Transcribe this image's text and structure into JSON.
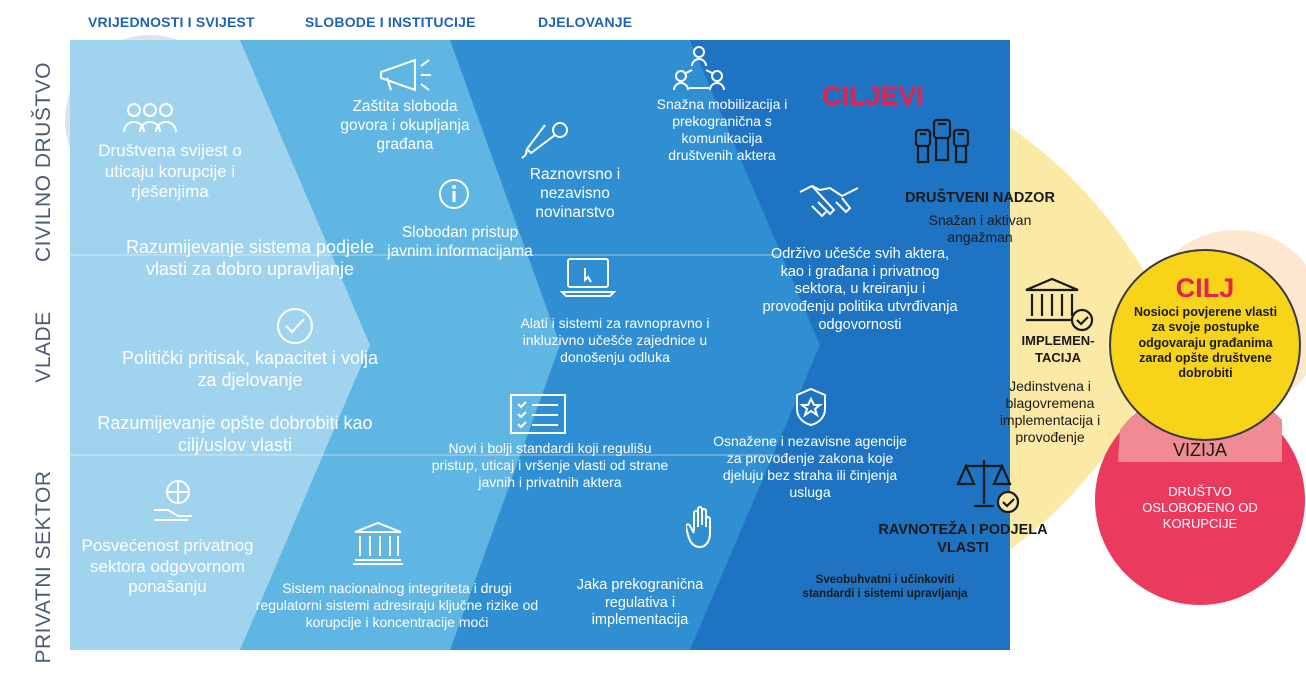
{
  "columns": {
    "values": "VRIJEDNOSTI I SVIJEST",
    "freedoms": "SLOBODE I INSTITUCIJE",
    "action": "DJELOVANJE"
  },
  "rows": {
    "civil": "CIVILNO DRUŠTVO",
    "government": "VLADE",
    "private": "PRIVATNI SEKTOR"
  },
  "values_col": {
    "civil": "Društvena svijest o uticaju korupcije i rješenjima",
    "gov1": "Razumijevanje sistema podjele vlasti za dobro upravljanje",
    "gov2": "Politički pritisak, kapacitet i volja za djelovanje",
    "gov3": "Razumijevanje opšte dobrobiti kao cilj/uslov vlasti",
    "private": "Posvećenost privatnog sektora odgovornom ponašanju"
  },
  "freedoms_col": {
    "speech": "Zaštita sloboda govora i okupljanja građana",
    "media": "Raznovrsno i nezavisno novinarstvo",
    "info": "Slobodan pristup javnim informacijama",
    "tools": "Alati i sistemi za ravnopravno i inkluzivno učešće zajednice u donošenju odluka",
    "standards": "Novi i bolji standardi koji regulišu pristup, uticaj i vršenje vlasti od strane javnih i privatnih aktera",
    "integrity": "Sistem nacionalnog integriteta i drugi regulatorni sistemi adresiraju ključne rizike od korupcije i koncentracije moći"
  },
  "action_col": {
    "mobilization": "Snažna mobilizacija i prekogranična s komunikacija društvenih aktera",
    "participation": "Održivo učešće svih aktera, kao i građana i privatnog sektora, u kreiranju i provođenju politika utvrđivanja odgovornosti",
    "agencies": "Osnažene i nezavisne agencije za provođenje zakona koje djeluju bez straha ili činjenja usluga",
    "regulation": "Jaka prekogranična regulativa i implementacija"
  },
  "goals": {
    "title": "CILJEVI",
    "oversight_title": "DRUŠTVENI NADZOR",
    "oversight_text": "Snažan i aktivan angažman",
    "impl_title_1": "IMPLEMEN-",
    "impl_title_2": "TACIJA",
    "impl_text": "Jedinstvena i blagovremena implementacija i provođenje",
    "balance_title": "RAVNOTEŽA I PODJELA VLASTI",
    "balance_text": "Sveobuhvatni i učinkoviti standardi i sistemi upravljanja"
  },
  "goal": {
    "title": "CILJ",
    "text": "Nosioci povjerene vlasti za svoje postupke odgovaraju građanima zarad opšte društvene dobrobiti"
  },
  "vision": {
    "title": "VIZIJA",
    "text": "DRUŠTVO OSLOBOĐENO OD KORUPCIJE"
  },
  "colors": {
    "band1": "#9fd3ee",
    "band2": "#5fb6e3",
    "band3": "#2f8fd2",
    "band4": "#1e74c2",
    "goals_yellow": "#fbe9a6",
    "goal_circle": "#f7d31a",
    "vision_pink": "#ea3b5f",
    "ciljevi_red": "#e8204f",
    "header_blue": "#1f63b5"
  }
}
